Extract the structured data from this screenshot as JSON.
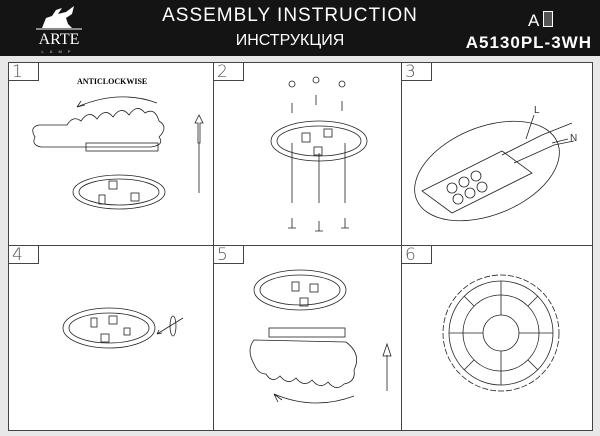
{
  "header": {
    "brand": "ARTE",
    "brand_sub": "LAMP",
    "title": "ASSEMBLY INSTRUCTION",
    "subtitle": "ИНСТРУКЦИЯ",
    "info_icon_letter": "A",
    "model": "A5130PL-3WH"
  },
  "steps": [
    {
      "number": "1",
      "note": "ANTICLOCKWISE"
    },
    {
      "number": "2"
    },
    {
      "number": "3",
      "wire_labels": [
        "L",
        "N"
      ]
    },
    {
      "number": "4"
    },
    {
      "number": "5"
    },
    {
      "number": "6"
    }
  ]
}
